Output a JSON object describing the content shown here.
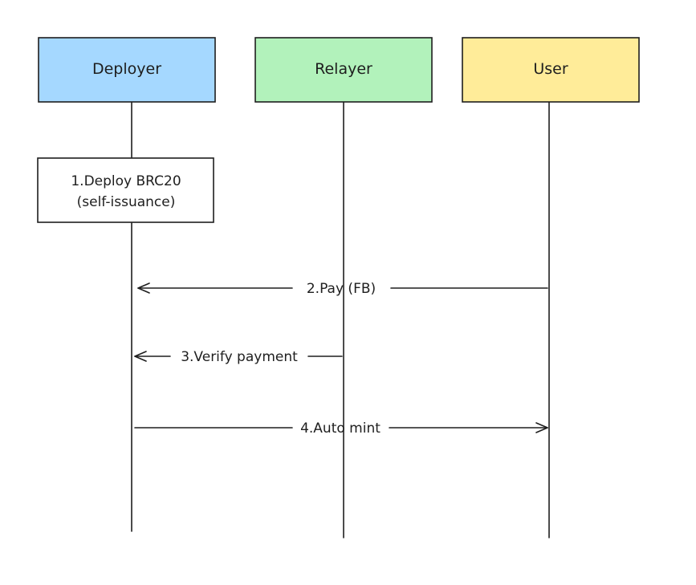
{
  "participants": {
    "deployer": {
      "label": "Deployer",
      "color": "#a5d8ff"
    },
    "relayer": {
      "label": "Relayer",
      "color": "#b2f2bb"
    },
    "user": {
      "label": "User",
      "color": "#ffec99"
    }
  },
  "steps": {
    "deploy_line1": "1.Deploy BRC20",
    "deploy_line2": "(self-issuance)",
    "pay": "2.Pay (FB)",
    "verify": "3.Verify payment",
    "mint": "4.Auto mint"
  },
  "colors": {
    "stroke": "#1e1e1e",
    "background": "#ffffff"
  }
}
